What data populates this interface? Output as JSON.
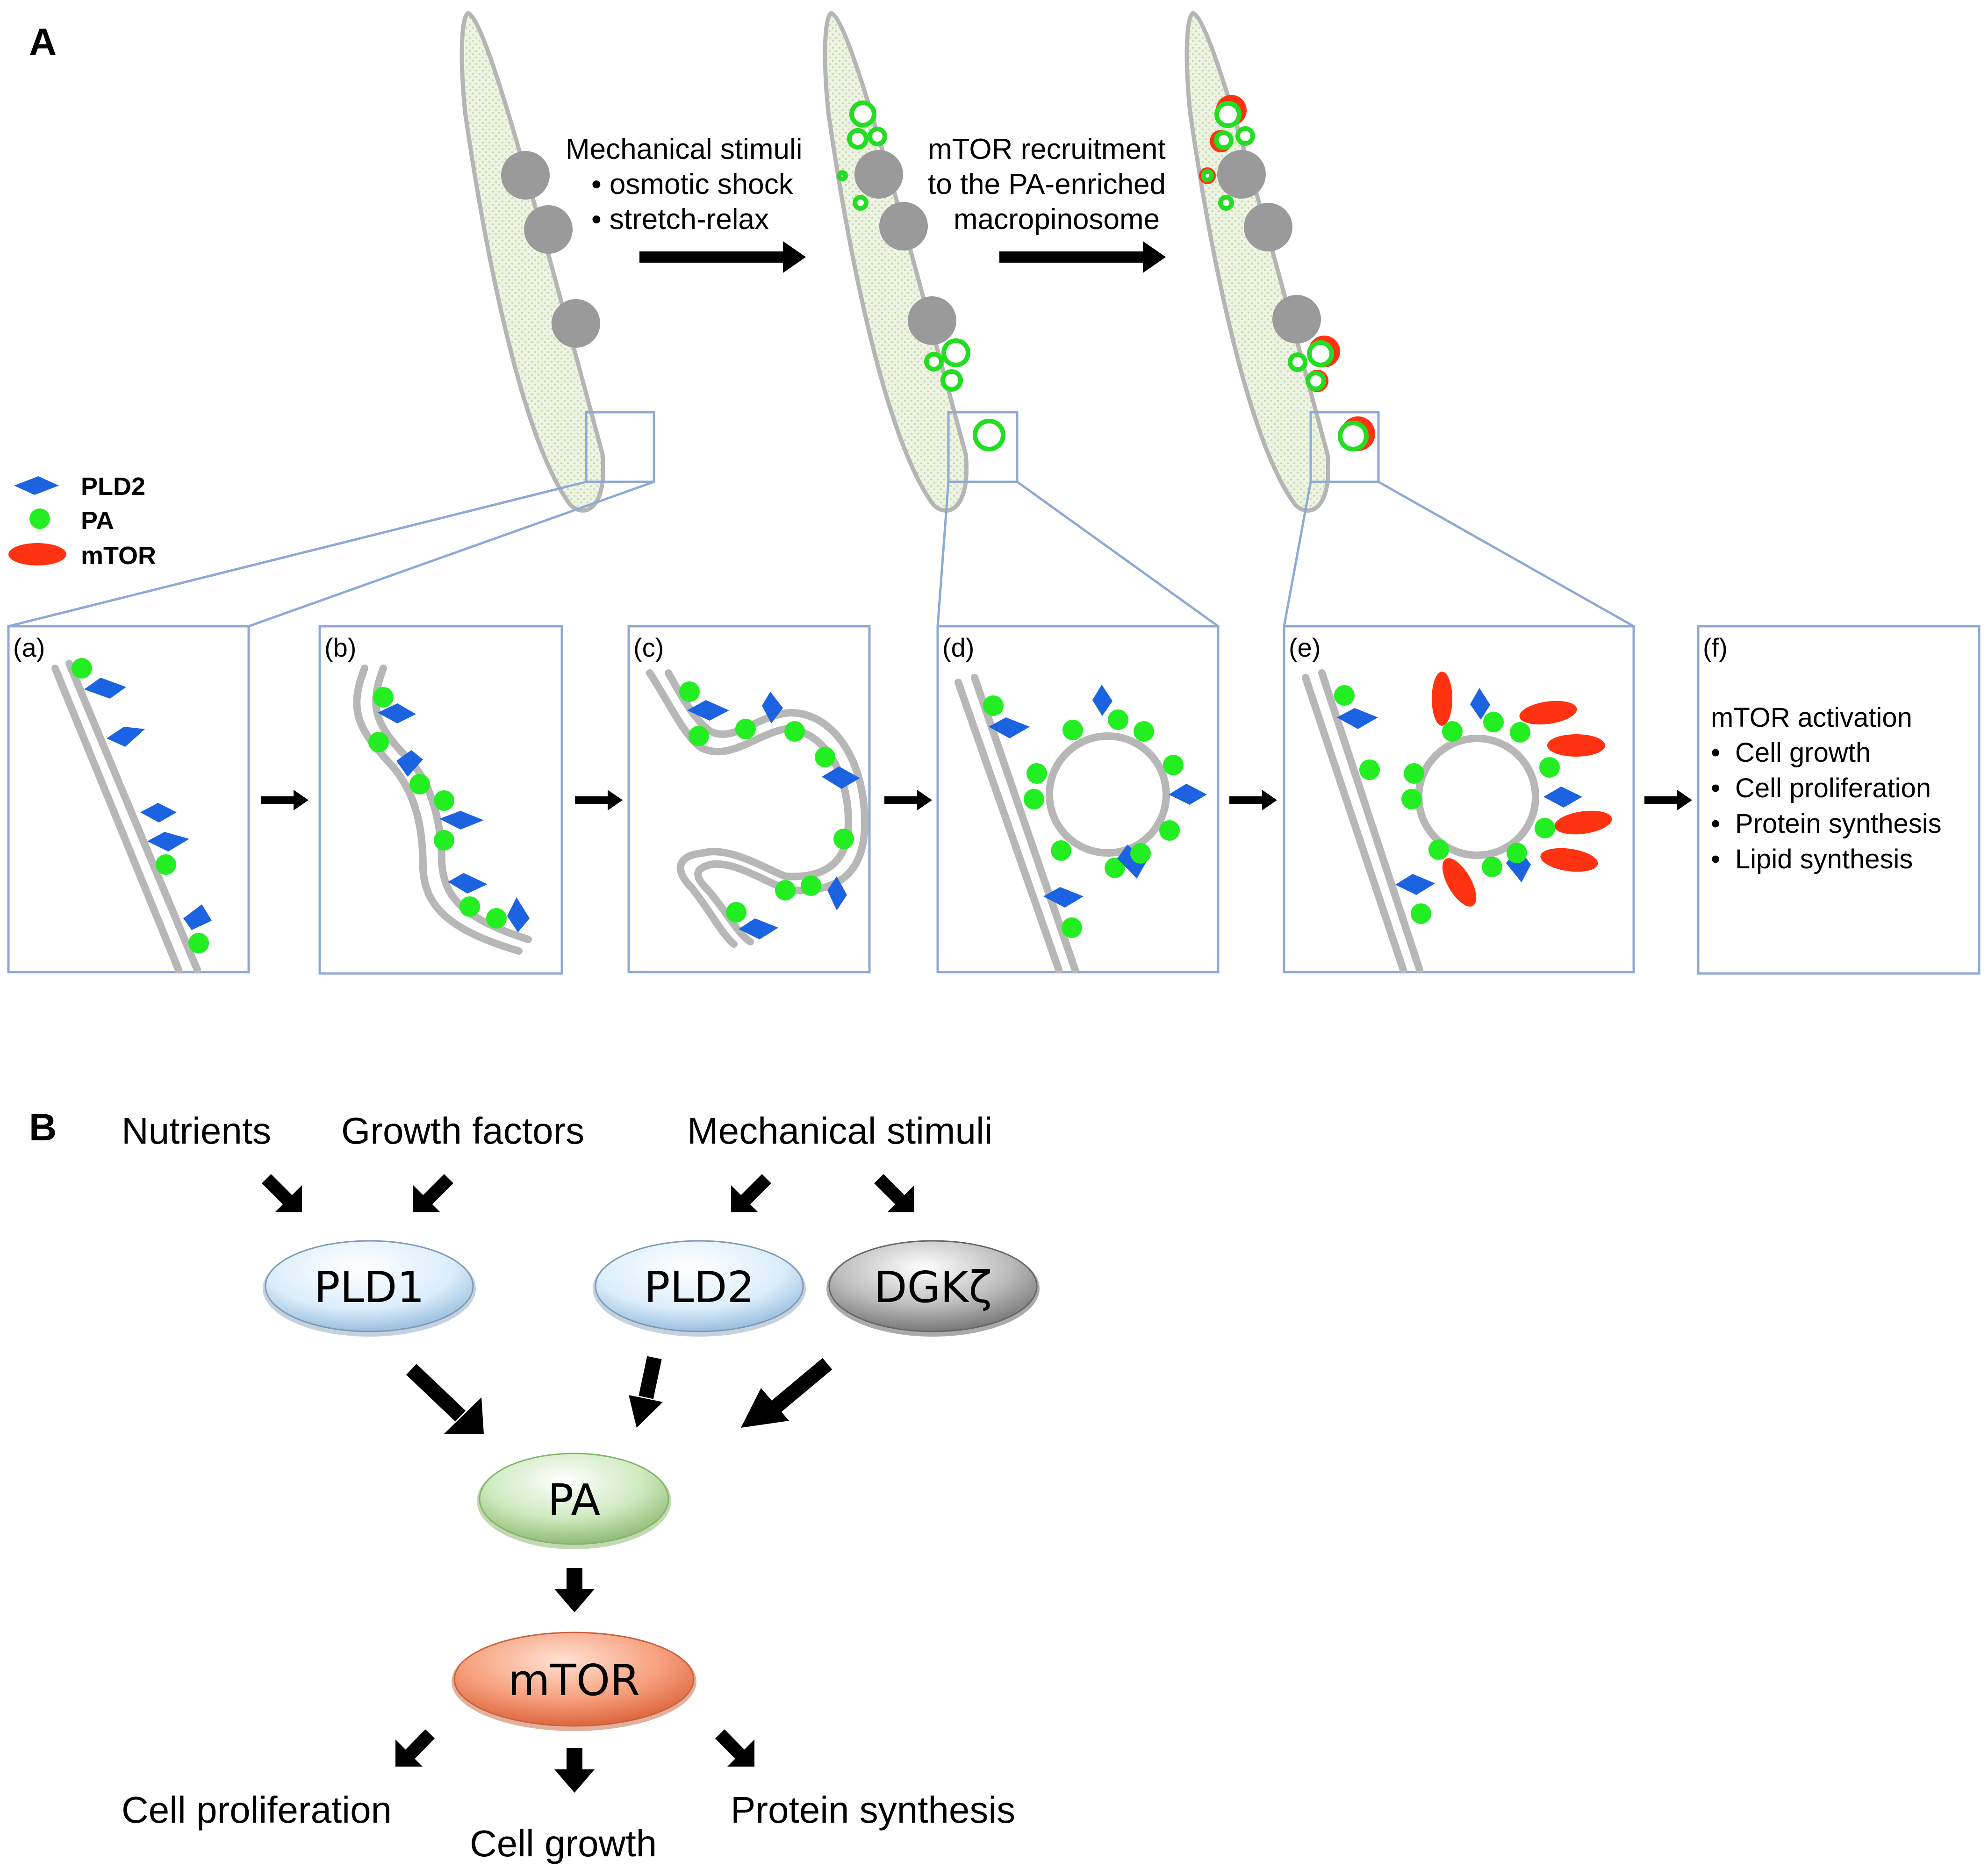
{
  "panel_a": {
    "label": "A",
    "legend": [
      {
        "name": "PLD2",
        "shape": "diamond",
        "color": "#1b63e0"
      },
      {
        "name": "PA",
        "shape": "circle",
        "color": "#22ee22"
      },
      {
        "name": "mTOR",
        "shape": "ellipse",
        "color": "#ff3311"
      }
    ],
    "step1_caption": [
      "Mechanical stimuli",
      "• osmotic shock",
      "• stretch-relax"
    ],
    "step2_caption": [
      "mTOR recruitment",
      "to the PA-enriched",
      "macropinosome"
    ],
    "boxes": [
      "(a)",
      "(b)",
      "(c)",
      "(d)",
      "(e)",
      "(f)"
    ],
    "activation_title": "mTOR activation",
    "activation_items": [
      "Cell growth",
      "Cell proliferation",
      "Protein synthesis",
      "Lipid synthesis"
    ]
  },
  "panel_b": {
    "label": "B",
    "inputs": [
      "Nutrients",
      "Growth factors",
      "Mechanical stimuli"
    ],
    "nodes": {
      "pld1": {
        "label": "PLD1",
        "color": "#dbeefb"
      },
      "pld2": {
        "label": "PLD2",
        "color": "#dbeefb"
      },
      "dgk": {
        "label": "DGKζ",
        "color": "#bdbdbd"
      },
      "pa": {
        "label": "PA",
        "color": "#cfeac0"
      },
      "mtor": {
        "label": "mTOR",
        "color": "#f7a07e"
      }
    },
    "outputs": [
      "Cell proliferation",
      "Cell growth",
      "Protein synthesis"
    ]
  },
  "colors": {
    "box_border": "#8fa9d6",
    "membrane": "#b7b7b7",
    "nucleus": "#9a9a9a"
  }
}
